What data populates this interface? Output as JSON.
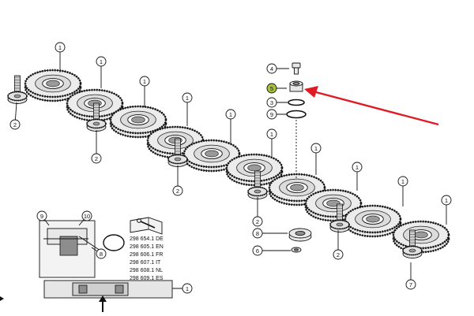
{
  "callouts": {
    "gear": "1",
    "pinion": "2",
    "ring": "3",
    "bolt": "4",
    "bushing": "5",
    "nut": "6",
    "shaft_end": "7",
    "bearing": "8",
    "oring": "9",
    "seal": "10"
  },
  "highlight_color": "#a8c23a",
  "arrow_color": "#e01b24",
  "reference_numbers": [
    "298 654.1 DE",
    "298 605.1 EN",
    "298 606.1 FR",
    "298 607.1 IT",
    "298 608.1 NL",
    "298 609.1 ES"
  ],
  "icons": {
    "manual": "book-wrench-icon",
    "insert_arrow": "arrow-up-icon",
    "highlight_arrow": "red-arrow-icon"
  }
}
